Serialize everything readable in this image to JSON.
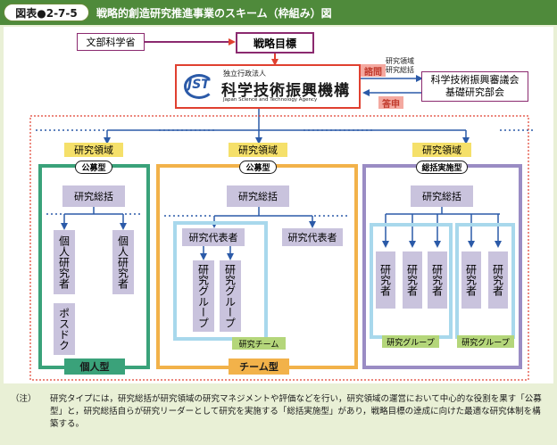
{
  "header": {
    "figure_no": "図表●2-7-5",
    "title": "戦略的創造研究推進事業のスキーム（枠組み）図"
  },
  "top": {
    "mext": "文部科学省",
    "strategic_goal": "戦略目標",
    "jst_logo": "JST",
    "jst_small": "独立行政法人",
    "jst_name": "科学技術振興機構",
    "jst_english": "Japan Science and Technology Agency",
    "consult": "諮問",
    "report": "答申",
    "consult_note": [
      "研究領域",
      "研究総括"
    ],
    "council": [
      "科学技術振興審議会",
      "基礎研究部会"
    ]
  },
  "columns": {
    "individual": {
      "area": "研究領域",
      "tag": "公募型",
      "supervisor": "研究総括",
      "researcher": "個人研究者",
      "postdoc": "ポスドク",
      "type": "個人型"
    },
    "team": {
      "area": "研究領域",
      "tag": "公募型",
      "supervisor": "研究総括",
      "representative": "研究代表者",
      "group": "研究グループ",
      "team_label": "研究チーム",
      "type": "チーム型"
    },
    "integrated": {
      "area": "研究領域",
      "tag": "総括実施型",
      "supervisor": "研究総括",
      "researcher": "研究者",
      "group_label": "研究グループ"
    }
  },
  "note": {
    "label": "（注）",
    "text": "研究タイプには，研究総括が研究領域の研究マネジメントや評価などを行い，研究領域の運営において中心的な役割を果す「公募型」と，研究総括自らが研究リーダーとして研究を実施する「総括実施型」があり，戦略目標の達成に向けた最適な研究体制を構築する。"
  },
  "colors": {
    "header_green": "#4f8a3b",
    "purple": "#8b2a6f",
    "blue": "#2b5aa8",
    "red": "#e04030",
    "yellow": "#f5e06a",
    "teal": "#3aa27a",
    "orange": "#f2b24a",
    "lilac": "#9a8cc4",
    "sky": "#a8d8ec",
    "gray_box": "#c9c3dd",
    "light_green": "#b4d67a"
  }
}
